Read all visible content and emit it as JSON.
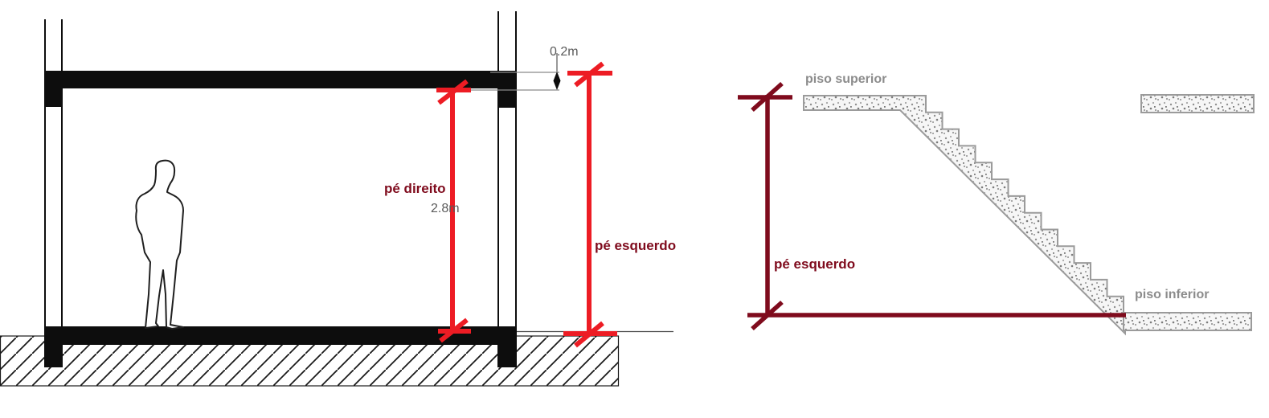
{
  "colors": {
    "red": "#ed1c24",
    "maroon": "#7f0b1d",
    "ink": "#0d0d0d",
    "gray-label": "#8c8c8c",
    "gray-dim": "#5a5a5a"
  },
  "left_diagram": {
    "slab_thickness": "0.2m",
    "ceiling_height": "2.8m",
    "pe_direito_label": "pé direito",
    "pe_esquerdo_label": "pé esquerdo"
  },
  "right_diagram": {
    "piso_superior_label": "piso superior",
    "piso_inferior_label": "piso inferior",
    "pe_esquerdo_label": "pé esquerdo"
  }
}
